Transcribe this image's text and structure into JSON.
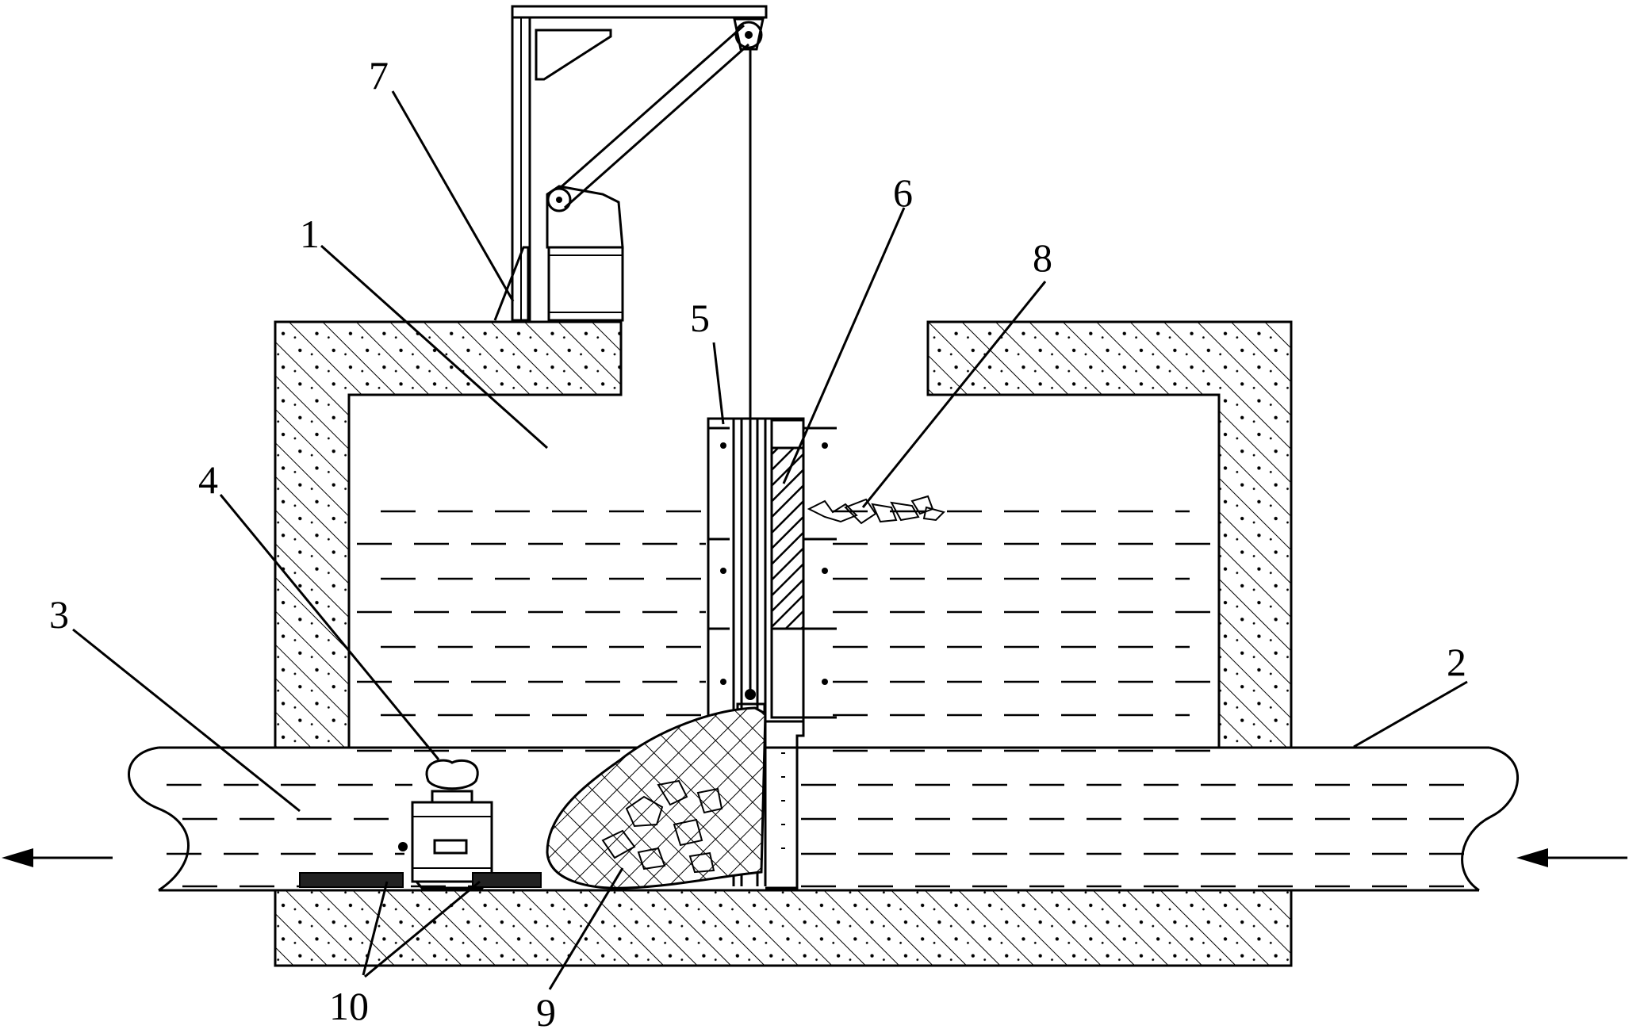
{
  "labels": {
    "n1": "1",
    "n2": "2",
    "n3": "3",
    "n4": "4",
    "n5": "5",
    "n6": "6",
    "n7": "7",
    "n8": "8",
    "n9": "9",
    "n10": "10"
  },
  "colors": {
    "line": "#000000",
    "background": "#ffffff"
  },
  "icons": {
    "flow_out": "arrow-left-icon",
    "flow_in": "arrow-left-icon"
  }
}
